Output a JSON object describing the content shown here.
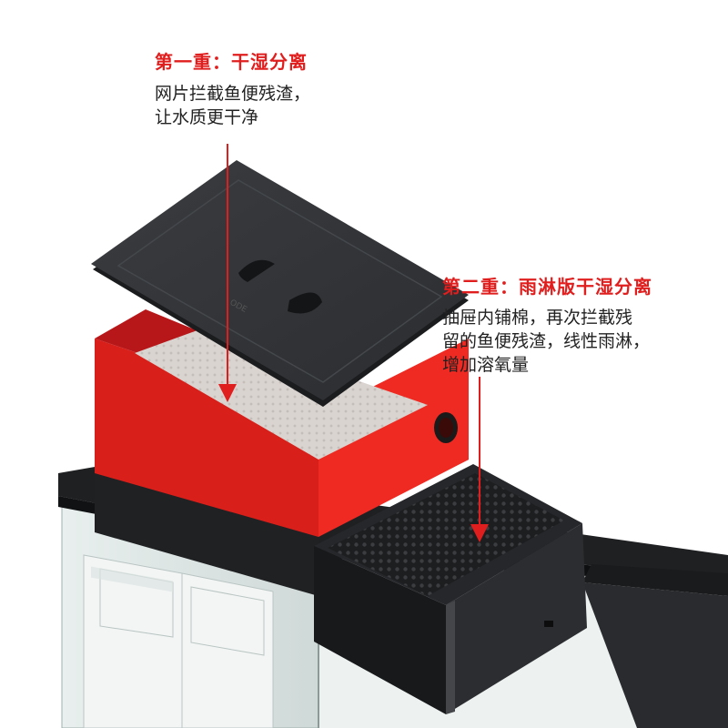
{
  "colors": {
    "accent": "#e01e1e",
    "box_red": "#e8221c",
    "lid": "#2e3033",
    "frame": "#1c1d1f",
    "glass": "#dfe8e6"
  },
  "callout1": {
    "title": "第一重：干湿分离",
    "lines": [
      "网片拦截鱼便残渣，",
      "让水质更干净"
    ]
  },
  "callout2": {
    "title": "第二重：雨淋版干湿分离",
    "lines": [
      "抽屉内铺棉，再次拦截残",
      "留的鱼便残渣，线性雨淋，",
      "增加溶氧量"
    ]
  }
}
